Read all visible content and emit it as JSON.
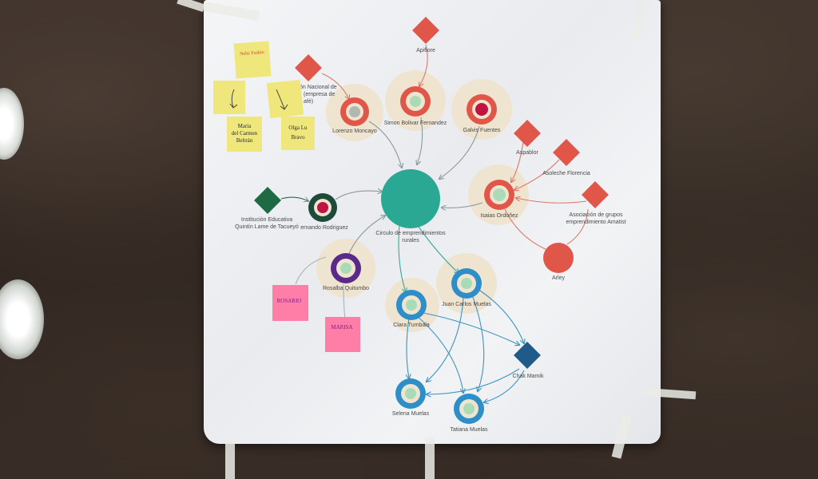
{
  "nodes": {
    "center": "Circulo de emprendimientos rurales",
    "apiflore": "Apiflore",
    "federacion": "ón Nacional de (empresa de afé)",
    "lorenzo": "Lorenzo Moncayo",
    "simon": "Simon Bolivar Fernandez",
    "galvis": "Galvis Fuentes",
    "aspablor": "Aspablor",
    "asoleche": "Asoleche Florencia",
    "isaias": "Isaias Ordoñez",
    "asociacion": "Asociación de grupos emprendimiento Amatist",
    "arley": "Arley",
    "institucion": "Institución Educativa Quintín Lame de Tacueyó",
    "hernando": "ernando Rodriguez",
    "rosalba": "Rosalba Quitumbo",
    "juan": "Juan Carlos Muelas",
    "clara": "Clara Tumbala",
    "chak": "Chak Mamik",
    "selena": "Selena Muelas",
    "tatiana": "Tatiana Muelas"
  },
  "sticky_notes": {
    "top": "Nelsi Fuskio",
    "maria": "Maria del Carmen Beltrán",
    "olga": "Olga Lu Bravo",
    "rosario": "ROSARIO",
    "marisa": "MARISA"
  },
  "colors": {
    "teal_center": "#2aa893",
    "red_orange": "#e0574a",
    "crimson": "#c0133f",
    "dark_green": "#1e6a45",
    "purple": "#5a2a8a",
    "blue": "#2d8ec8",
    "mint": "#a9dcb6",
    "halo": "#efe4cf",
    "sticky_yellow": "#efe77c",
    "sticky_pink": "#ff7ea8"
  }
}
